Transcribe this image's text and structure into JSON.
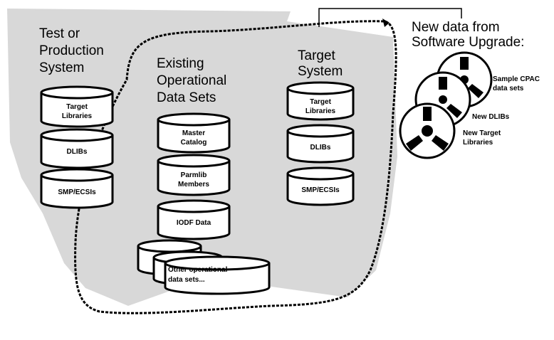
{
  "test_system": {
    "title_lines": [
      "Test or",
      "Production",
      "System"
    ],
    "cylinders": [
      [
        "Target",
        "Libraries"
      ],
      [
        "DLIBs"
      ],
      [
        "SMP/ECSIs"
      ]
    ]
  },
  "operational": {
    "title_lines": [
      "Existing",
      "Operational",
      "Data Sets"
    ],
    "cylinders": [
      [
        "Master",
        "Catalog"
      ],
      [
        "Parmlib",
        "Members"
      ],
      [
        "IODF Data"
      ]
    ],
    "other_lines": [
      "Other operational",
      "data sets..."
    ]
  },
  "target_system": {
    "title_lines": [
      "Target",
      "System"
    ],
    "cylinders": [
      [
        "Target",
        "Libraries"
      ],
      [
        "DLIBs"
      ],
      [
        "SMP/ECSIs"
      ]
    ]
  },
  "new_data": {
    "title_lines": [
      "New data from",
      "Software Upgrade:"
    ],
    "reels": [
      [
        "Sample CPAC",
        "data sets"
      ],
      [
        "New DLIBs"
      ],
      [
        "New Target",
        "Libraries"
      ]
    ]
  }
}
